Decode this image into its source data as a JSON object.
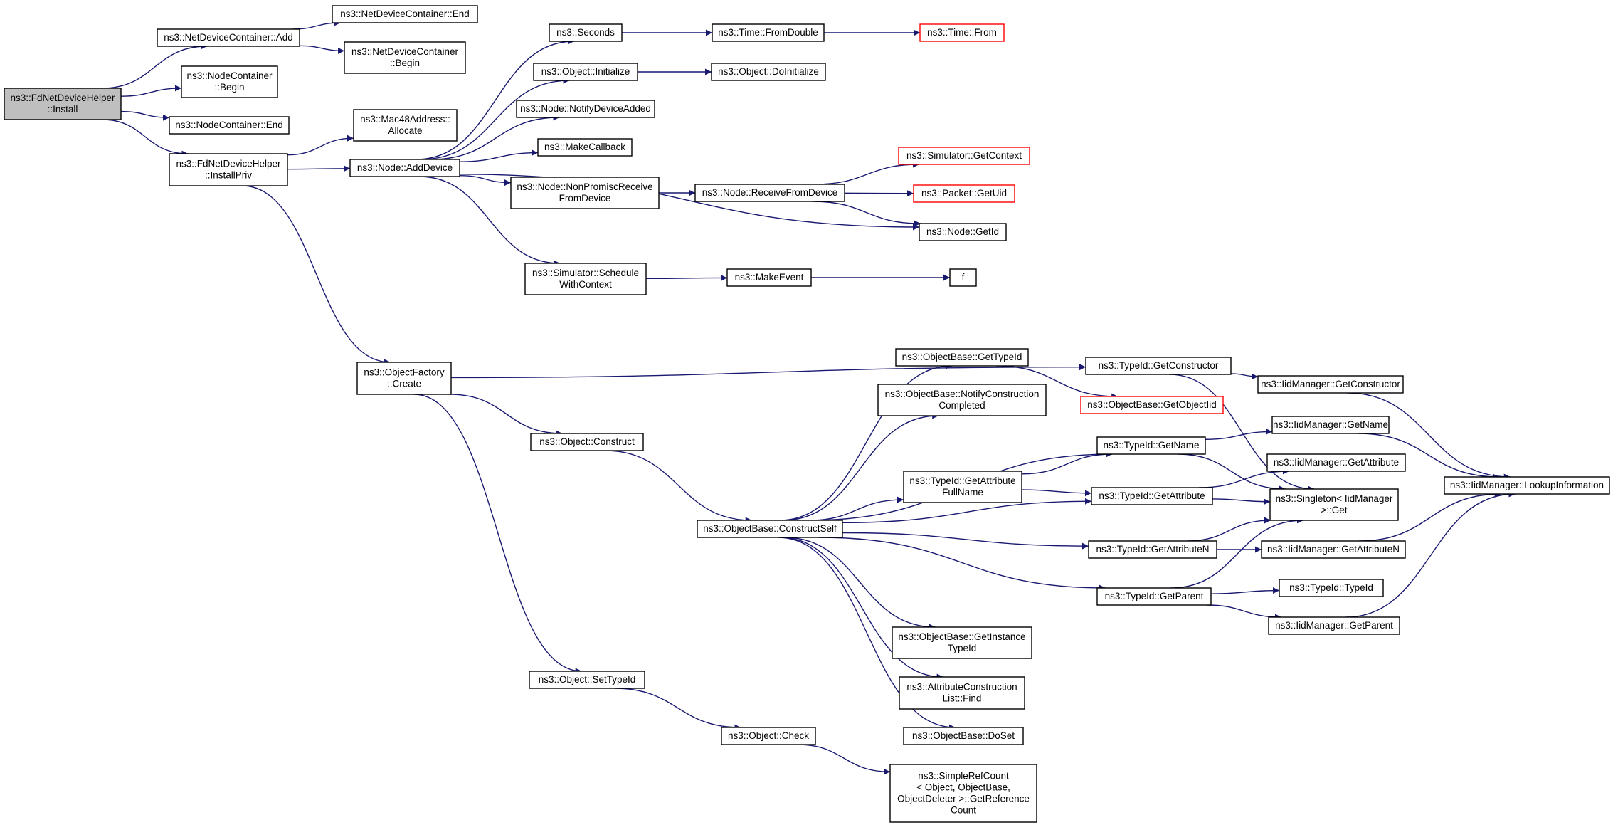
{
  "diagram": {
    "root": "ns3::FdNetDeviceHelper::Install",
    "colors": {
      "edge": "#191970",
      "root_fill": "#bfbfbf",
      "external_border": "#ff0000",
      "node_border": "#000000"
    },
    "nodes": [
      {
        "id": "install",
        "lines": [
          "ns3::FdNetDeviceHelper",
          "::Install"
        ],
        "root": true
      },
      {
        "id": "ndc_add",
        "lines": [
          "ns3::NetDeviceContainer::Add"
        ]
      },
      {
        "id": "ndc_end",
        "lines": [
          "ns3::NetDeviceContainer::End"
        ]
      },
      {
        "id": "ndc_begin",
        "lines": [
          "ns3::NetDeviceContainer",
          "::Begin"
        ]
      },
      {
        "id": "nc_begin",
        "lines": [
          "ns3::NodeContainer",
          "::Begin"
        ]
      },
      {
        "id": "nc_end",
        "lines": [
          "ns3::NodeContainer::End"
        ]
      },
      {
        "id": "installpriv",
        "lines": [
          "ns3::FdNetDeviceHelper",
          "::InstallPriv"
        ]
      },
      {
        "id": "mac48",
        "lines": [
          "ns3::Mac48Address::",
          "Allocate"
        ]
      },
      {
        "id": "adddevice",
        "lines": [
          "ns3::Node::AddDevice"
        ]
      },
      {
        "id": "seconds",
        "lines": [
          "ns3::Seconds"
        ]
      },
      {
        "id": "fromdouble",
        "lines": [
          "ns3::Time::FromDouble"
        ]
      },
      {
        "id": "timefrom",
        "lines": [
          "ns3::Time::From"
        ],
        "external": true
      },
      {
        "id": "obj_init",
        "lines": [
          "ns3::Object::Initialize"
        ]
      },
      {
        "id": "obj_doinit",
        "lines": [
          "ns3::Object::DoInitialize"
        ]
      },
      {
        "id": "notifyadded",
        "lines": [
          "ns3::Node::NotifyDeviceAdded"
        ]
      },
      {
        "id": "makecallback",
        "lines": [
          "ns3::MakeCallback"
        ]
      },
      {
        "id": "nonpromisc",
        "lines": [
          "ns3::Node::NonPromiscReceive",
          "FromDevice"
        ]
      },
      {
        "id": "receivefrom",
        "lines": [
          "ns3::Node::ReceiveFromDevice"
        ]
      },
      {
        "id": "getcontext",
        "lines": [
          "ns3::Simulator::GetContext"
        ],
        "external": true
      },
      {
        "id": "getuid",
        "lines": [
          "ns3::Packet::GetUid"
        ],
        "external": true
      },
      {
        "id": "getid",
        "lines": [
          "ns3::Node::GetId"
        ]
      },
      {
        "id": "schedule",
        "lines": [
          "ns3::Simulator::Schedule",
          "WithContext"
        ]
      },
      {
        "id": "makeevent",
        "lines": [
          "ns3::MakeEvent"
        ]
      },
      {
        "id": "f",
        "lines": [
          "f"
        ]
      },
      {
        "id": "of_create",
        "lines": [
          "ns3::ObjectFactory",
          "::Create"
        ]
      },
      {
        "id": "ob_gettypeid",
        "lines": [
          "ns3::ObjectBase::GetTypeId"
        ]
      },
      {
        "id": "tid_getctor",
        "lines": [
          "ns3::TypeId::GetConstructor"
        ]
      },
      {
        "id": "iid_getctor",
        "lines": [
          "ns3::IidManager::GetConstructor"
        ]
      },
      {
        "id": "ob_getobjectiid",
        "lines": [
          "ns3::ObjectBase::GetObjectIid"
        ],
        "external": true
      },
      {
        "id": "ob_notify",
        "lines": [
          "ns3::ObjectBase::NotifyConstruction",
          "Completed"
        ]
      },
      {
        "id": "obj_construct",
        "lines": [
          "ns3::Object::Construct"
        ]
      },
      {
        "id": "tid_getname",
        "lines": [
          "ns3::TypeId::GetName"
        ]
      },
      {
        "id": "iid_getname",
        "lines": [
          "ns3::IidManager::GetName"
        ]
      },
      {
        "id": "tid_getattrfull",
        "lines": [
          "ns3::TypeId::GetAttribute",
          "FullName"
        ]
      },
      {
        "id": "iid_getattr",
        "lines": [
          "ns3::IidManager::GetAttribute"
        ]
      },
      {
        "id": "lookup",
        "lines": [
          "ns3::IidManager::LookupInformation"
        ]
      },
      {
        "id": "tid_getattr",
        "lines": [
          "ns3::TypeId::GetAttribute"
        ]
      },
      {
        "id": "singleton",
        "lines": [
          "ns3::Singleton< IidManager",
          ">::Get"
        ]
      },
      {
        "id": "ob_constructself",
        "lines": [
          "ns3::ObjectBase::ConstructSelf"
        ]
      },
      {
        "id": "tid_getattrn",
        "lines": [
          "ns3::TypeId::GetAttributeN"
        ]
      },
      {
        "id": "iid_getattrn",
        "lines": [
          "ns3::IidManager::GetAttributeN"
        ]
      },
      {
        "id": "tid_getparent",
        "lines": [
          "ns3::TypeId::GetParent"
        ]
      },
      {
        "id": "tid_typeid",
        "lines": [
          "ns3::TypeId::TypeId"
        ]
      },
      {
        "id": "iid_getparent",
        "lines": [
          "ns3::IidManager::GetParent"
        ]
      },
      {
        "id": "ob_getinstance",
        "lines": [
          "ns3::ObjectBase::GetInstance",
          "TypeId"
        ]
      },
      {
        "id": "acl_find",
        "lines": [
          "ns3::AttributeConstruction",
          "List::Find"
        ]
      },
      {
        "id": "ob_doset",
        "lines": [
          "ns3::ObjectBase::DoSet"
        ]
      },
      {
        "id": "obj_settypeid",
        "lines": [
          "ns3::Object::SetTypeId"
        ]
      },
      {
        "id": "obj_check",
        "lines": [
          "ns3::Object::Check"
        ]
      },
      {
        "id": "simplerefcount",
        "lines": [
          "ns3::SimpleRefCount",
          "< Object, ObjectBase,",
          "ObjectDeleter >::GetReference",
          "Count"
        ]
      }
    ],
    "edges": [
      [
        "install",
        "ndc_add"
      ],
      [
        "install",
        "nc_begin"
      ],
      [
        "install",
        "nc_end"
      ],
      [
        "install",
        "installpriv"
      ],
      [
        "ndc_add",
        "ndc_end"
      ],
      [
        "ndc_add",
        "ndc_begin"
      ],
      [
        "installpriv",
        "mac48"
      ],
      [
        "installpriv",
        "adddevice"
      ],
      [
        "installpriv",
        "of_create"
      ],
      [
        "adddevice",
        "seconds"
      ],
      [
        "adddevice",
        "obj_init"
      ],
      [
        "adddevice",
        "notifyadded"
      ],
      [
        "adddevice",
        "makecallback"
      ],
      [
        "adddevice",
        "nonpromisc"
      ],
      [
        "adddevice",
        "getid"
      ],
      [
        "adddevice",
        "schedule"
      ],
      [
        "seconds",
        "fromdouble"
      ],
      [
        "fromdouble",
        "timefrom"
      ],
      [
        "obj_init",
        "obj_doinit"
      ],
      [
        "nonpromisc",
        "receivefrom"
      ],
      [
        "receivefrom",
        "getcontext"
      ],
      [
        "receivefrom",
        "getuid"
      ],
      [
        "receivefrom",
        "getid"
      ],
      [
        "schedule",
        "makeevent"
      ],
      [
        "makeevent",
        "f"
      ],
      [
        "of_create",
        "tid_getctor"
      ],
      [
        "of_create",
        "obj_construct"
      ],
      [
        "of_create",
        "obj_settypeid"
      ],
      [
        "tid_getctor",
        "iid_getctor"
      ],
      [
        "tid_getctor",
        "singleton"
      ],
      [
        "iid_getctor",
        "lookup"
      ],
      [
        "ob_gettypeid",
        "ob_getobjectiid"
      ],
      [
        "obj_construct",
        "ob_constructself"
      ],
      [
        "ob_constructself",
        "ob_gettypeid"
      ],
      [
        "ob_constructself",
        "ob_notify"
      ],
      [
        "ob_constructself",
        "tid_getname"
      ],
      [
        "ob_constructself",
        "tid_getattrfull"
      ],
      [
        "ob_constructself",
        "tid_getattr"
      ],
      [
        "ob_constructself",
        "tid_getattrn"
      ],
      [
        "ob_constructself",
        "tid_getparent"
      ],
      [
        "ob_constructself",
        "ob_getinstance"
      ],
      [
        "ob_constructself",
        "acl_find"
      ],
      [
        "ob_constructself",
        "ob_doset"
      ],
      [
        "tid_getattrfull",
        "tid_getname"
      ],
      [
        "tid_getattrfull",
        "tid_getattr"
      ],
      [
        "tid_getname",
        "iid_getname"
      ],
      [
        "tid_getname",
        "singleton"
      ],
      [
        "iid_getname",
        "lookup"
      ],
      [
        "tid_getattr",
        "iid_getattr"
      ],
      [
        "tid_getattr",
        "singleton"
      ],
      [
        "tid_getattrn",
        "iid_getattrn"
      ],
      [
        "tid_getattrn",
        "singleton"
      ],
      [
        "iid_getattrn",
        "lookup"
      ],
      [
        "tid_getparent",
        "tid_typeid"
      ],
      [
        "tid_getparent",
        "iid_getparent"
      ],
      [
        "tid_getparent",
        "singleton"
      ],
      [
        "iid_getparent",
        "lookup"
      ],
      [
        "obj_settypeid",
        "obj_check"
      ],
      [
        "obj_check",
        "simplerefcount"
      ]
    ]
  }
}
